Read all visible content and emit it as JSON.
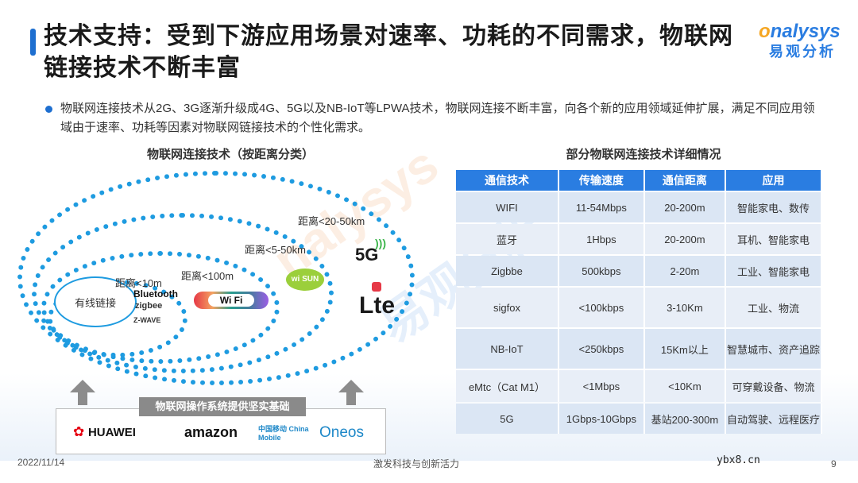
{
  "title": "技术支持：受到下游应用场景对速率、功耗的不同需求，物联网链接技术不断丰富",
  "logo": {
    "top_o": "o",
    "top_rest": "nalysys",
    "bottom": "易观分析"
  },
  "bullet": "物联网连接技术从2G、3G逐渐升级成4G、5G以及NB-IoT等LPWA技术，物联网连接不断丰富，向各个新的应用领域延伸扩展，满足不同应用领域由于速率、功耗等因素对物联网链接技术的个性化需求。",
  "left_panel": {
    "subtitle": "物联网连接技术（按距离分类）",
    "wired_label": "有线链接",
    "distances": [
      "距离<10m",
      "距离<100m",
      "距离<5-50km",
      "距离<20-50km"
    ],
    "logos": {
      "bluetooth": "Bluetooth",
      "zigbee": "zigbee",
      "zwave": "Z-WAVE",
      "wifi": "Wi Fi",
      "wisun": "wi SUN",
      "fiveg": "5G",
      "lte": "Lte"
    },
    "base_label": "物联网操作系统提供坚实基础",
    "brands": [
      "HUAWEI",
      "amazon",
      "中国移动 China Mobile",
      "Oneos"
    ]
  },
  "right_panel": {
    "subtitle": "部分物联网连接技术详细情况",
    "headers": [
      "通信技术",
      "传输速度",
      "通信距离",
      "应用"
    ],
    "rows": [
      [
        "WIFI",
        "11-54Mbps",
        "20-200m",
        "智能家电、数传"
      ],
      [
        "蓝牙",
        "1Hbps",
        "20-200m",
        "耳机、智能家电"
      ],
      [
        "Zigbbe",
        "500kbps",
        "2-20m",
        "工业、智能家电"
      ],
      [
        "sigfox",
        "<100kbps",
        "3-10Km",
        "工业、物流"
      ],
      [
        "NB-IoT",
        "<250kbps",
        "15Km以上",
        "智慧城市、资产追踪"
      ],
      [
        "eMtc（Cat M1）",
        "<1Mbps",
        "<10Km",
        "可穿戴设备、物流"
      ],
      [
        "5G",
        "1Gbps-10Gbps",
        "基站200-300m",
        "自动驾驶、远程医疗"
      ]
    ]
  },
  "footer": {
    "date": "2022/11/14",
    "slogan": "激发科技与创新活力",
    "url": "ybx8.cn",
    "page": "9"
  },
  "colors": {
    "accent": "#2a7de1",
    "ring": "#1e9be0",
    "row": "#dbe6f4"
  }
}
